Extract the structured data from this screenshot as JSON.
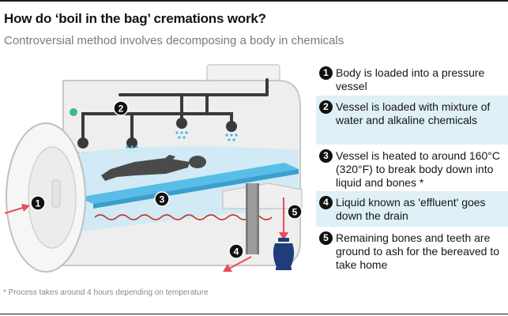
{
  "header": {
    "title": "How do ‘boil in the bag’ cremations work?",
    "subtitle": "Controversial method involves decomposing a body in chemicals"
  },
  "diagram": {
    "markers": [
      "1",
      "2",
      "3",
      "4",
      "5"
    ],
    "colors": {
      "liquid": "#cde9f5",
      "heater": "#c0392b",
      "arrow": "#e84a5f",
      "urn": "#1f3d7a",
      "machine": "#eeeeee"
    }
  },
  "steps": [
    {
      "number": "1",
      "text": "Body is loaded into a pressure vessel"
    },
    {
      "number": "2",
      "text": "Vessel is loaded with mixture of water and alkaline chemicals"
    },
    {
      "number": "3",
      "text": "Vessel is heated to around 160°C (320°F) to break body down into liquid and bones *"
    },
    {
      "number": "4",
      "text": "Liquid known as 'effluent' goes down the drain"
    },
    {
      "number": "5",
      "text": "Remaining bones and teeth are ground to ash for the bereaved to take home"
    }
  ],
  "footnote": "* Process takes around 4 hours depending on temperature"
}
